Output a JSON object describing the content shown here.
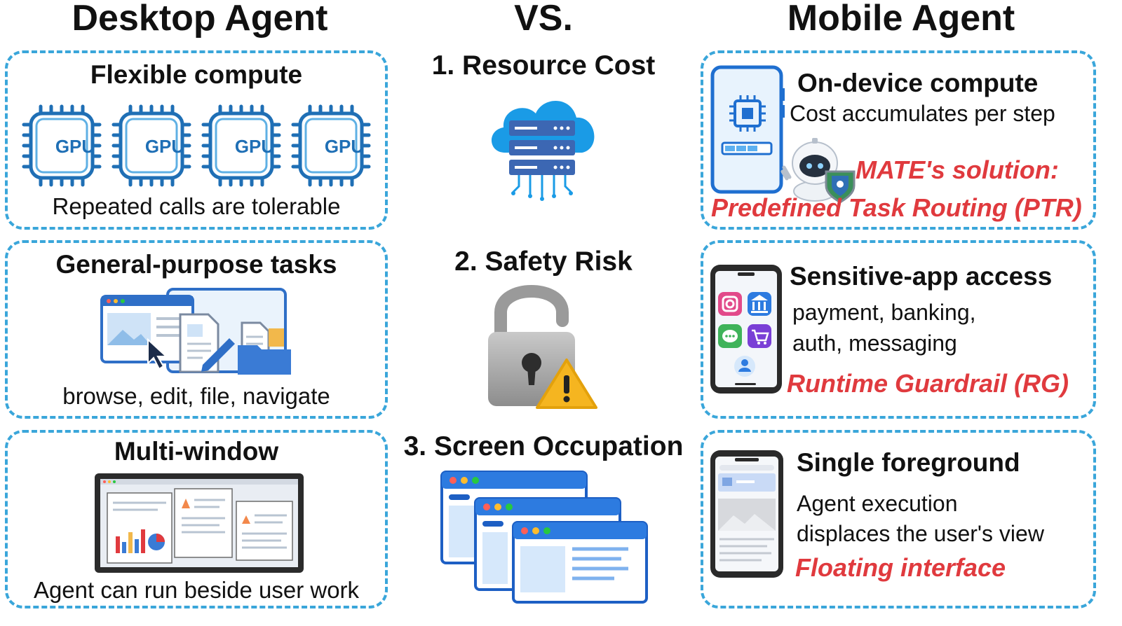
{
  "headers": {
    "left": "Desktop Agent",
    "middle": "VS.",
    "right": "Mobile Agent"
  },
  "desktop": {
    "compute": {
      "title": "Flexible compute",
      "chip_label": "GPU",
      "caption": "Repeated calls are tolerable"
    },
    "tasks": {
      "title": "General-purpose tasks",
      "caption": "browse, edit, file, navigate"
    },
    "window": {
      "title": "Multi-window",
      "caption": "Agent can run beside user work"
    }
  },
  "challenges": [
    "1. Resource Cost",
    "2. Safety Risk",
    "3. Screen Occupation"
  ],
  "mobile": {
    "compute": {
      "title": "On-device compute",
      "text": "Cost accumulates per step",
      "solution_intro": "MATE's solution:",
      "solution": "Predefined Task Routing (PTR)"
    },
    "access": {
      "title": "Sensitive-app access",
      "line1": "payment, banking,",
      "line2": "auth, messaging",
      "solution": "Runtime Guardrail (RG)"
    },
    "foreground": {
      "title": "Single foreground",
      "line1": "Agent execution",
      "line2": "displaces the user's view",
      "solution": "Floating interface"
    }
  },
  "colors": {
    "border": "#3aa6da",
    "accent_red": "#e03a3e",
    "gpu_blue": "#1f6fb5"
  }
}
